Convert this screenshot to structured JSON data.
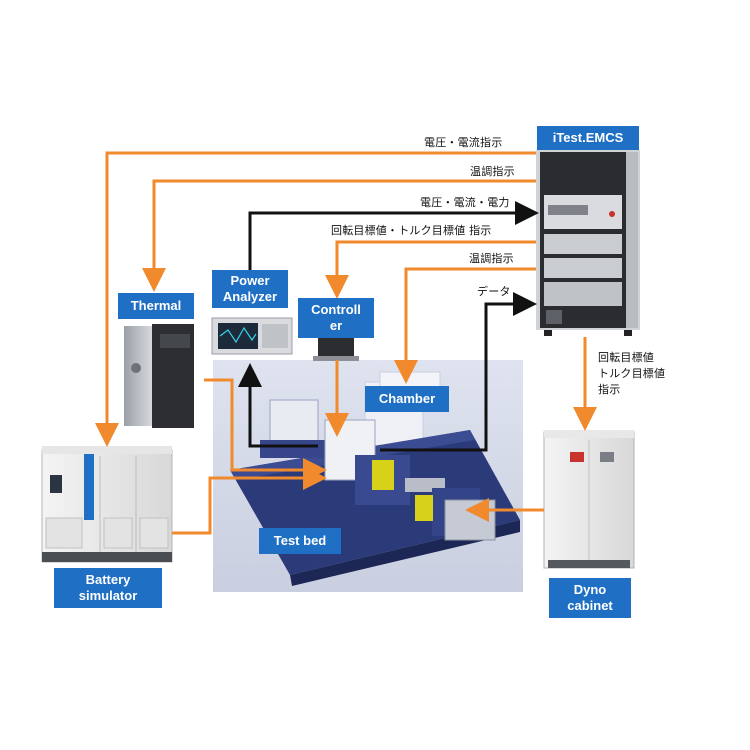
{
  "blocks": {
    "emcs": "iTest.EMCS",
    "thermal": "Thermal",
    "power_analyzer": "Power\nAnalyzer",
    "controller": "Controll\ner",
    "chamber": "Chamber",
    "test_bed": "Test bed",
    "battery_simulator": "Battery\nsimulator",
    "dyno_cabinet": "Dyno\ncabinet"
  },
  "signals": {
    "voltage_current_command": "電圧・電流指示",
    "temp_command_thermal": "温調指示",
    "voltage_current_power": "電圧・電流・電力",
    "speed_torque_target_command": "回転目標値・トルク目標値 指示",
    "temp_command_chamber": "温調指示",
    "data": "データ",
    "dyno_command": "回転目標値\nトルク目標値\n指示"
  },
  "colors": {
    "label_blue": "#1f6fc4",
    "command_arrow": "#f08a2c",
    "data_arrow": "#111111"
  }
}
